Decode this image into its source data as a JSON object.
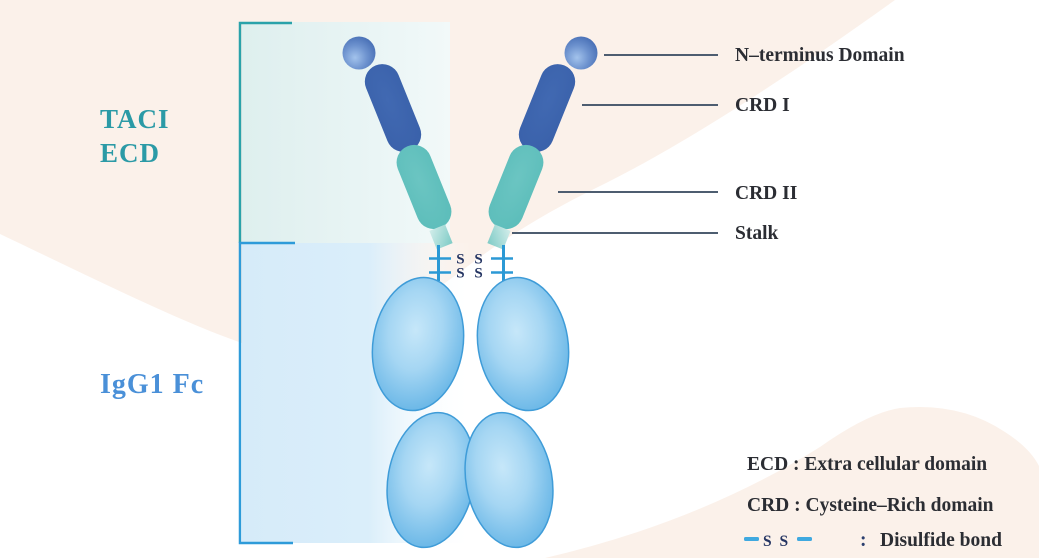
{
  "figure": {
    "region_labels": {
      "taci_line1": "TACI",
      "taci_line2": "ECD",
      "igg1_fc": "IgG1 Fc"
    },
    "domain_labels": {
      "n_terminus": "N–terminus Domain",
      "crd_i": "CRD I",
      "crd_ii": "CRD II",
      "stalk": "Stalk"
    },
    "hinge": {
      "disulfide_row": "S S"
    },
    "legend": {
      "ecd": "ECD : Extra cellular domain",
      "crd": "CRD : Cysteine–Rich domain",
      "disulfide_s_pair": "S S",
      "colon": ":",
      "disulfide": "Disulfide bond"
    },
    "colors": {
      "background_cream": "#FBF1EA",
      "panel_teal": "#DEEFEE",
      "panel_blue": "#D6EBF9",
      "bracket_teal": "#2AA2AA",
      "bracket_blue": "#2E9BD9",
      "taci_text": "#2B9AA6",
      "igg1_text": "#4A90D8",
      "n_terminus_circle": "#3B63AD",
      "crd1_fill": "#3C63AC",
      "crd2_fill": "#5FBEBC",
      "stalk_fill": "#9AD6D1",
      "hinge_line": "#2B99D5",
      "fc_oval": "#58ACE1",
      "leader_line": "#4D5D70",
      "label_text": "#2B2D33",
      "disulfide_navy": "#243462",
      "legend_dash": "#3FA9E0"
    }
  }
}
